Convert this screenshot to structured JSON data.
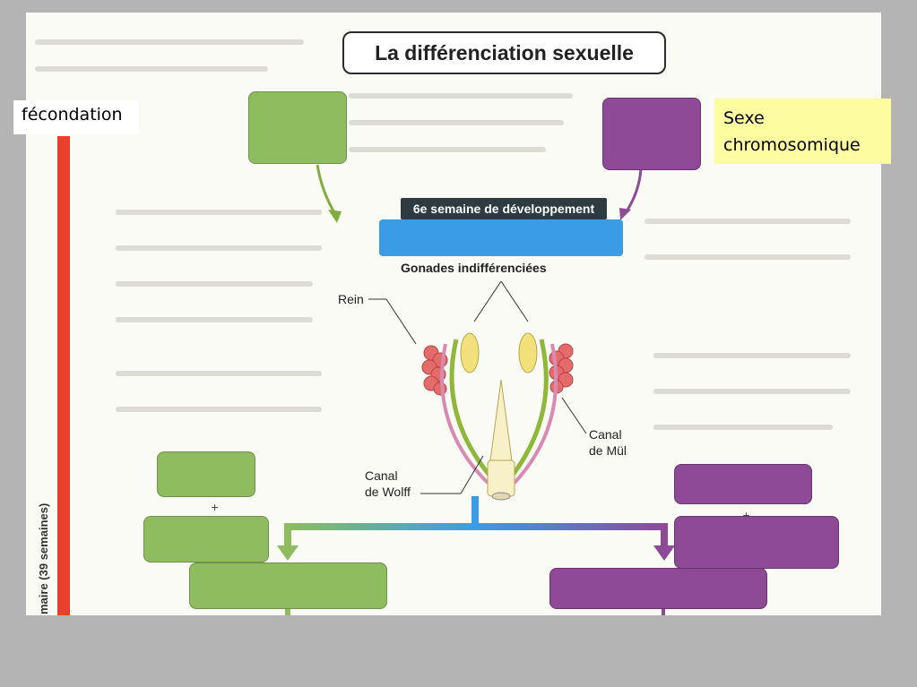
{
  "title": "La différenciation sexuelle",
  "stamp": "6e semaine de développement",
  "labels": {
    "fecondation": "fécondation",
    "sexe_line1": "Sexe",
    "sexe_line2": "chromosomique",
    "gonades": "Gonades indifférenciées",
    "rein": "Rein",
    "canal_muller_1": "Canal",
    "canal_muller_2": "de Müller",
    "canal_wolff_1": "Canal",
    "canal_wolff_2": "de Wolff",
    "side": "maire (39 semaines)",
    "plus": "+"
  },
  "colors": {
    "green": "#8fbc5e",
    "purple": "#8e4a96",
    "blue": "#3a9ce6",
    "yellow_label": "#fefca0",
    "red_bar": "#e8412b"
  }
}
